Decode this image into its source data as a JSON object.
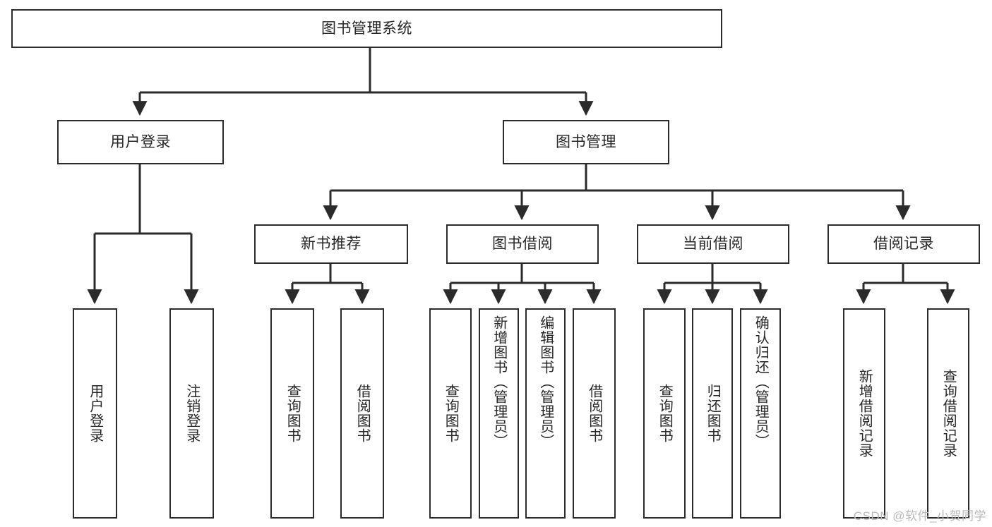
{
  "diagram": {
    "type": "hierarchy-tree",
    "title": "图书管理系统",
    "root": {
      "id": "root",
      "label": "图书管理系统"
    },
    "level2": [
      {
        "id": "user-login",
        "label": "用户登录"
      },
      {
        "id": "book-management",
        "label": "图书管理"
      }
    ],
    "level3": [
      {
        "id": "new-book-recommend",
        "label": "新书推荐",
        "parent": "book-management"
      },
      {
        "id": "book-borrow",
        "label": "图书借阅",
        "parent": "book-management"
      },
      {
        "id": "current-borrow",
        "label": "当前借阅",
        "parent": "book-management"
      },
      {
        "id": "borrow-record",
        "label": "借阅记录",
        "parent": "book-management"
      }
    ],
    "leaves": {
      "user_login": [
        {
          "id": "leaf-user-login",
          "label": "用户登录"
        },
        {
          "id": "leaf-logout-login",
          "label": "注销登录"
        }
      ],
      "new_book_recommend": [
        {
          "id": "leaf-query-book-1",
          "label": "查询图书"
        },
        {
          "id": "leaf-borrow-book-1",
          "label": "借阅图书"
        }
      ],
      "book_borrow": [
        {
          "id": "leaf-query-book-2",
          "label": "查询图书"
        },
        {
          "id": "leaf-add-book",
          "label": "新增图书（管理员）"
        },
        {
          "id": "leaf-edit-book",
          "label": "编辑图书（管理员）"
        },
        {
          "id": "leaf-borrow-book-2",
          "label": "借阅图书"
        }
      ],
      "current_borrow": [
        {
          "id": "leaf-query-book-3",
          "label": "查询图书"
        },
        {
          "id": "leaf-return-book",
          "label": "归还图书"
        },
        {
          "id": "leaf-confirm-return",
          "label": "确认归还（管理员）"
        }
      ],
      "borrow_record": [
        {
          "id": "leaf-add-record",
          "label": "新增借阅记录"
        },
        {
          "id": "leaf-query-record",
          "label": "查询借阅记录"
        }
      ]
    },
    "colors": {
      "stroke": "#2b2b2b",
      "fill": "#ffffff",
      "text": "#262626",
      "watermark": "#b9b9b9"
    }
  },
  "watermark": {
    "text": "CSDN @软件_小贺同学"
  }
}
